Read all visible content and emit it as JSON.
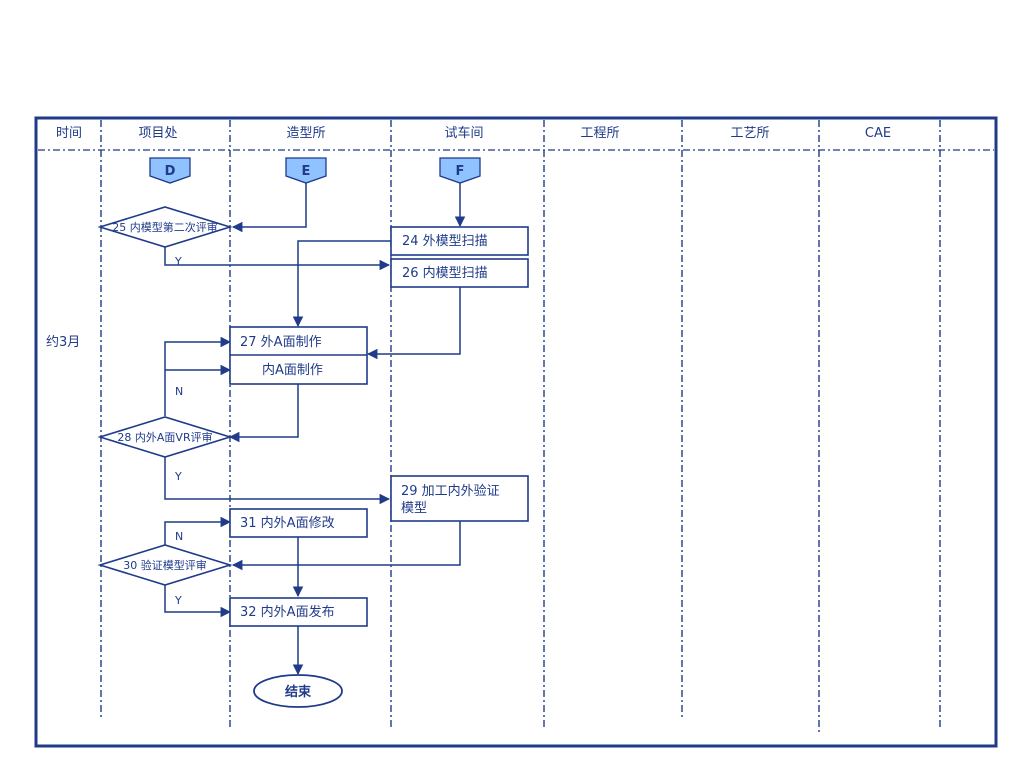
{
  "lanes": {
    "time": "时间",
    "project": "项目处",
    "styling": "造型所",
    "workshop": "试车间",
    "engineering": "工程所",
    "process": "工艺所",
    "cae": "CAE"
  },
  "time_marker": "约3月",
  "connectors": {
    "d": "D",
    "e": "E",
    "f": "F"
  },
  "nodes": {
    "n25": "25 内模型第二次评审",
    "n24": "24 外模型扫描",
    "n26": "26 内模型扫描",
    "n27a": "27 外A面制作",
    "n27b": "内A面制作",
    "n28": "28 内外A面VR评审",
    "n29_line1": "29 加工内外验证",
    "n29_line2": "模型",
    "n31": "31 内外A面修改",
    "n30": "30 验证模型评审",
    "n32": "32 内外A面发布",
    "end": "结束"
  },
  "branch_labels": {
    "y1": "Y",
    "n1": "N",
    "y2": "Y",
    "n2": "N",
    "y3": "Y"
  },
  "colors": {
    "line": "#1f3b8a",
    "connector_fill": "#8fc2ff",
    "background": "#ffffff"
  }
}
